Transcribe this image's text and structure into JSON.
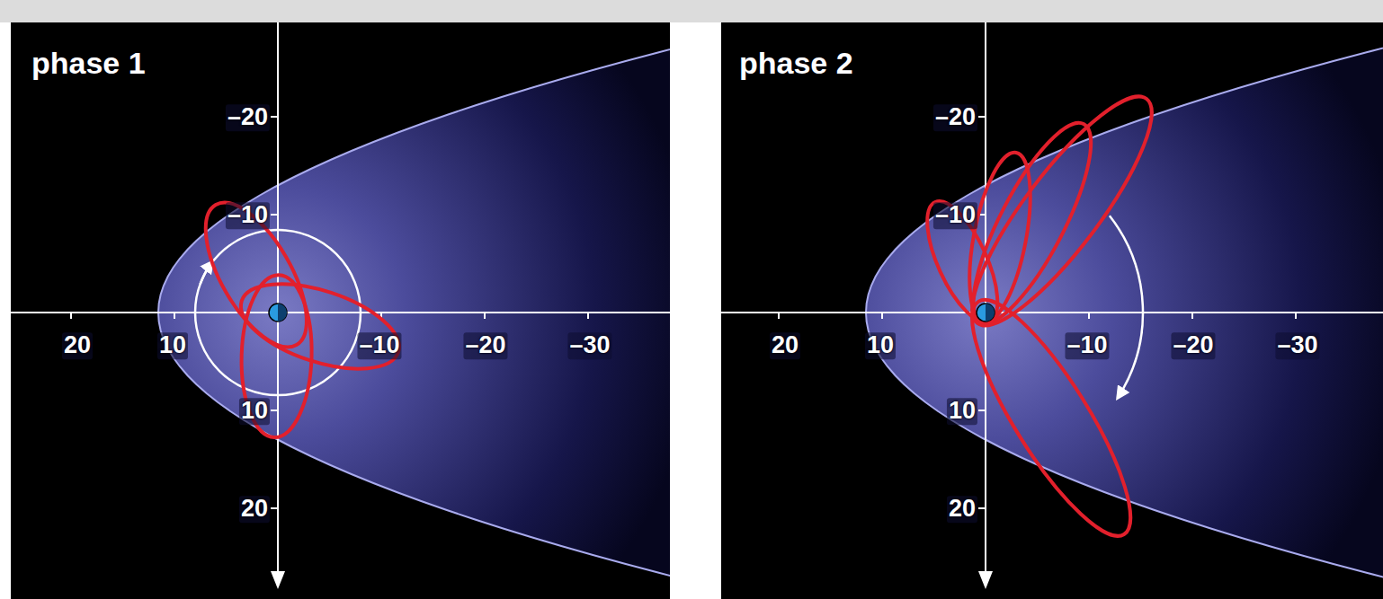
{
  "diagram": {
    "labels": [
      "phase 1",
      "–20",
      "–10",
      "20",
      "10",
      "–10",
      "–20",
      "–30",
      "10",
      "20",
      "phase 2",
      "–20",
      "–10",
      "20",
      "10",
      "–10",
      "–20",
      "–30",
      "10",
      "20"
    ]
  }
}
